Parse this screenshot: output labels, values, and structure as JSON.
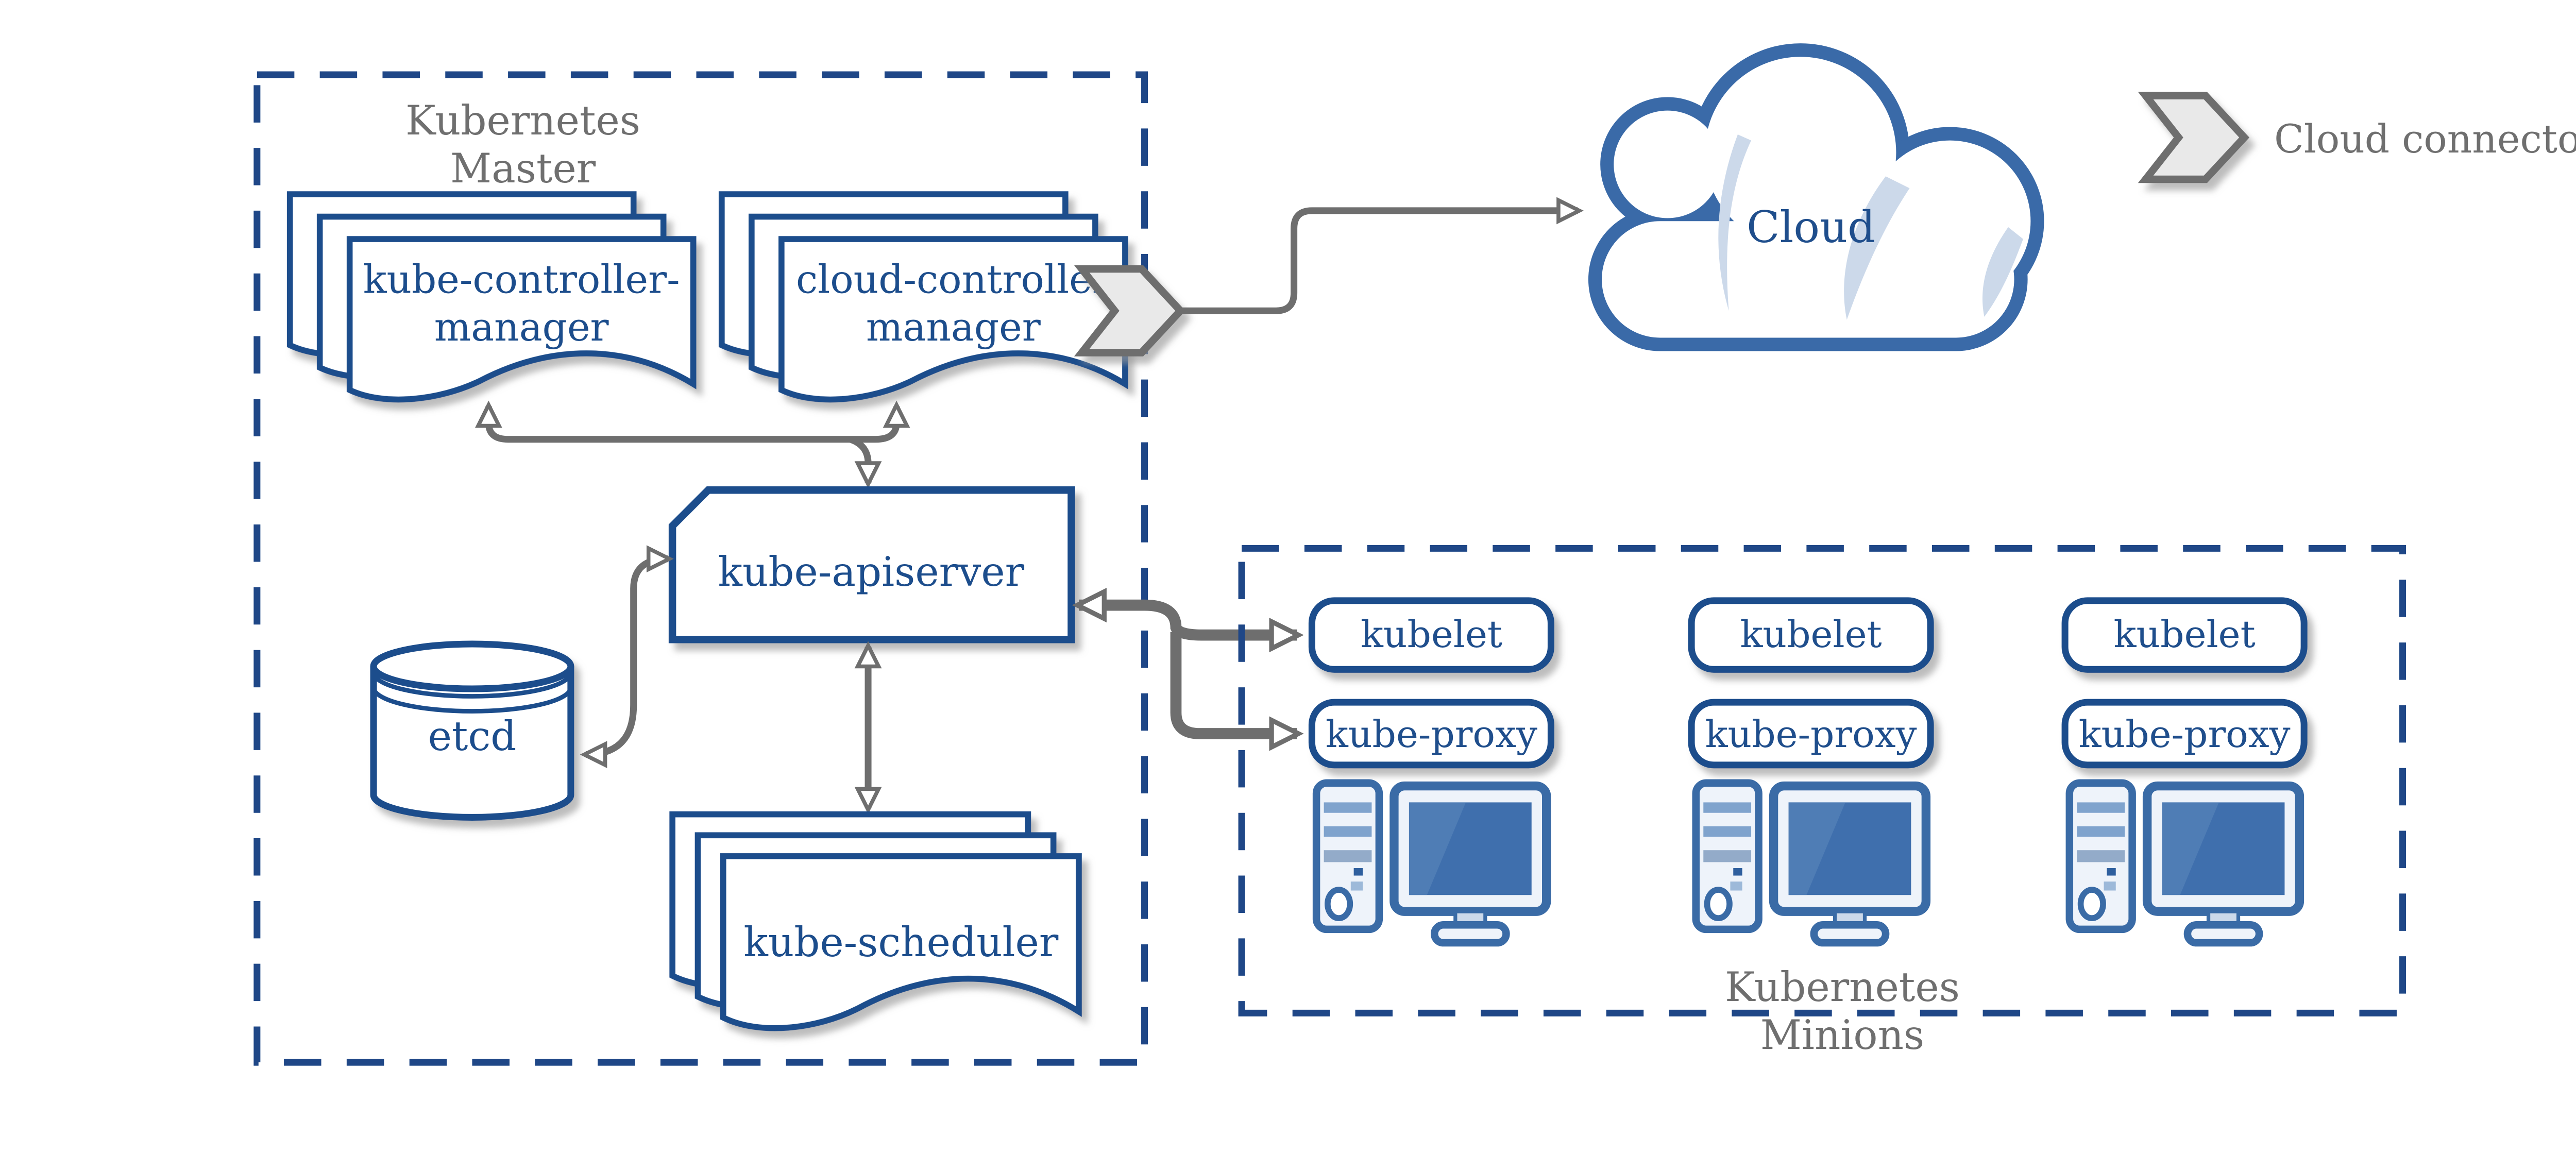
{
  "master": {
    "title": [
      "Kubernetes",
      "Master"
    ]
  },
  "minions": {
    "title": [
      "Kubernetes",
      "Minions"
    ]
  },
  "legend": {
    "label": "Cloud connector"
  },
  "nodes": {
    "kube_controller_manager": [
      "kube-controller-",
      "manager"
    ],
    "cloud_controller_manager": [
      "cloud-controller",
      "manager"
    ],
    "kube_apiserver": "kube-apiserver",
    "etcd": "etcd",
    "kube_scheduler": "kube-scheduler",
    "cloud": "Cloud"
  },
  "minion_nodes": [
    {
      "kubelet": "kubelet",
      "kube_proxy": "kube-proxy"
    },
    {
      "kubelet": "kubelet",
      "kube_proxy": "kube-proxy"
    },
    {
      "kubelet": "kubelet",
      "kube_proxy": "kube-proxy"
    }
  ],
  "colors": {
    "navy_outline_text": "#1f4e8c",
    "dashed_border_blue": "#1f4787",
    "cloud_blue": "#3a6aa8",
    "computer_blue": "#3a6ba6",
    "screen_blue": "#3f6fad",
    "highlight_blue": "#ccd9ea",
    "arrow_gray": "#6e6e6e",
    "label_gray": "#6f6f6f",
    "chevron_fill": "#e9e9e9",
    "shadow_gray": "#9a9a9a"
  }
}
